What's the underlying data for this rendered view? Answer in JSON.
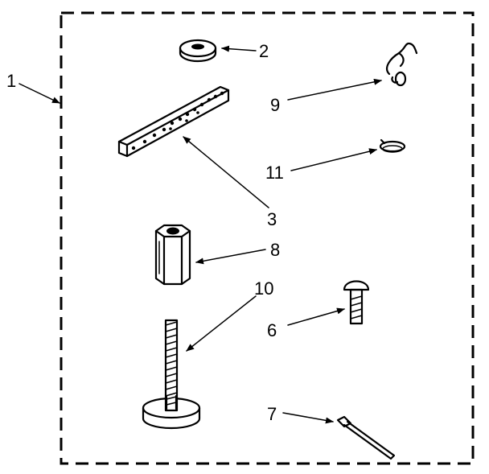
{
  "diagram": {
    "callouts": {
      "c1": "1",
      "c2": "2",
      "c3": "3",
      "c6": "6",
      "c7": "7",
      "c8": "8",
      "c9": "9",
      "c10": "10",
      "c11": "11"
    }
  }
}
